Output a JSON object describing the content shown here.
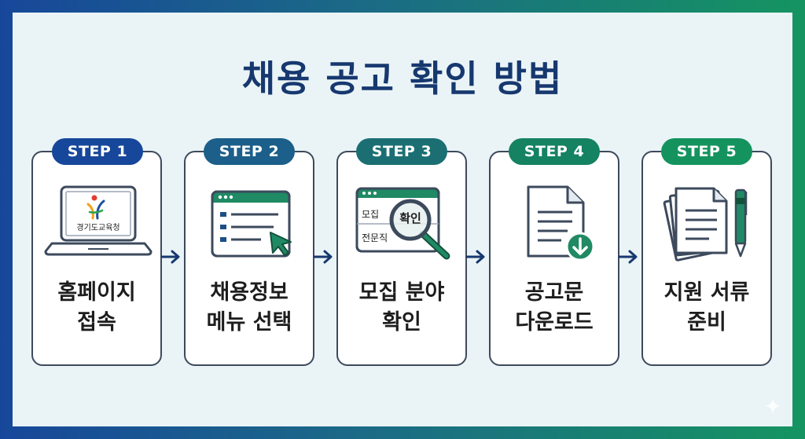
{
  "title": "채용 공고 확인 방법",
  "colors": {
    "title": "#17386f",
    "card_border": "#3c4a5c",
    "panel_bg": "#eaf4f7",
    "step_badges": [
      "#17479a",
      "#1b5f8a",
      "#1b6f73",
      "#158262",
      "#15935e"
    ]
  },
  "steps": [
    {
      "badge": "STEP 1",
      "label_lines": [
        "홈페이지",
        "접속"
      ],
      "icon": "laptop-icon",
      "screen_text": "경기도교육청"
    },
    {
      "badge": "STEP 2",
      "label_lines": [
        "채용정보",
        "메뉴 선택"
      ],
      "icon": "browser-menu-cursor-icon"
    },
    {
      "badge": "STEP 3",
      "label_lines": [
        "모집 분야",
        "확인"
      ],
      "icon": "magnifier-browser-icon",
      "screen_texts": [
        "모집",
        "확인",
        "전문직"
      ]
    },
    {
      "badge": "STEP 4",
      "label_lines": [
        "공고문",
        "다운로드"
      ],
      "icon": "document-download-icon"
    },
    {
      "badge": "STEP 5",
      "label_lines": [
        "지원 서류",
        "준비"
      ],
      "icon": "documents-pen-icon"
    }
  ]
}
